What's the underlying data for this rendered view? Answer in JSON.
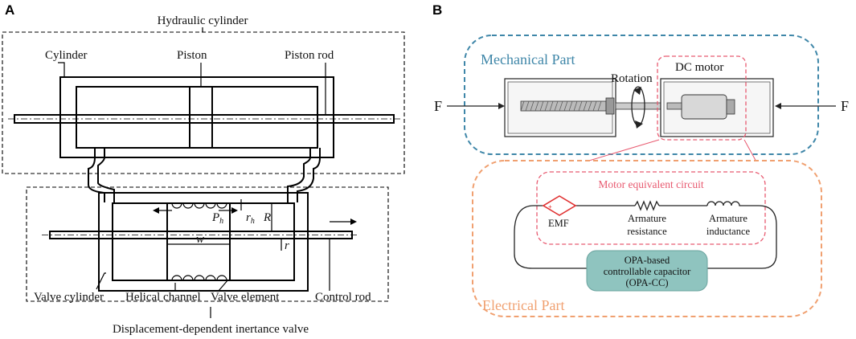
{
  "panel_a": {
    "letter": "A",
    "hydraulic_cylinder": "Hydraulic cylinder",
    "cylinder": "Cylinder",
    "piston": "Piston",
    "piston_rod": "Piston rod",
    "valve_cylinder": "Valve cylinder",
    "helical_channel": "Helical channel",
    "valve_element": "Valve element",
    "control_rod": "Control rod",
    "caption": "Displacement-dependent inertance valve",
    "sym_ph": "P",
    "sym_ph_sub": "h",
    "sym_rh": "r",
    "sym_rh_sub": "h",
    "sym_R": "R",
    "sym_r": "r",
    "sym_w": "w"
  },
  "panel_b": {
    "letter": "B",
    "mechanical_part": "Mechanical Part",
    "dc_motor": "DC motor",
    "rotation": "Rotation",
    "force_left": "F",
    "force_right": "F",
    "motor_equivalent_circuit": "Motor equivalent circuit",
    "emf": "EMF",
    "armature_resistance_1": "Armature",
    "armature_resistance_2": "resistance",
    "armature_inductance_1": "Armature",
    "armature_inductance_2": "inductance",
    "opa_1": "OPA-based",
    "opa_2": "controllable capacitor",
    "opa_3": "(OPA-CC)",
    "electrical_part": "Electrical Part"
  },
  "colors": {
    "mechanical": "#3e86a8",
    "electrical": "#f0a070",
    "motor_circuit": "#e85a70",
    "emf_symbol": "#e03030",
    "opa_box": "#8fc4bf"
  }
}
